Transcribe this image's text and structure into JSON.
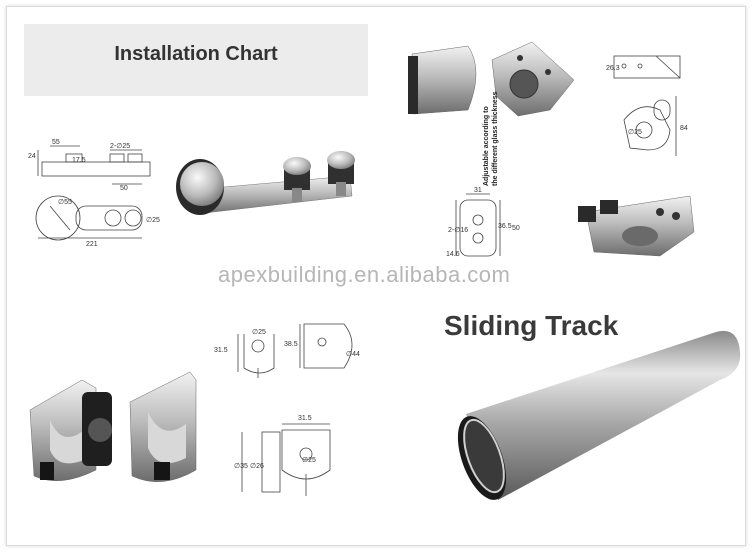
{
  "title": "Installation Chart",
  "watermark": "apexbuilding.en.alibaba.com",
  "sliding_track_label": "Sliding Track",
  "adjustable_note_line1": "Adjustable according to",
  "adjustable_note_line2": "the different glass thickness",
  "dims": {
    "top_left": [
      "55",
      "2-∅25",
      "24",
      "17.5",
      "50",
      "∅55",
      "∅25",
      "221"
    ],
    "center_mid": [
      "∅25",
      "31.5",
      "38.5",
      "∅44"
    ],
    "center_bottom": [
      "31.5",
      "∅35",
      "∅26",
      "∅25"
    ],
    "right_top": [
      "26.3",
      "84",
      "∅25"
    ],
    "right_mid": [
      "31",
      "2-∅16",
      "14.6",
      "36.5",
      "50"
    ]
  }
}
